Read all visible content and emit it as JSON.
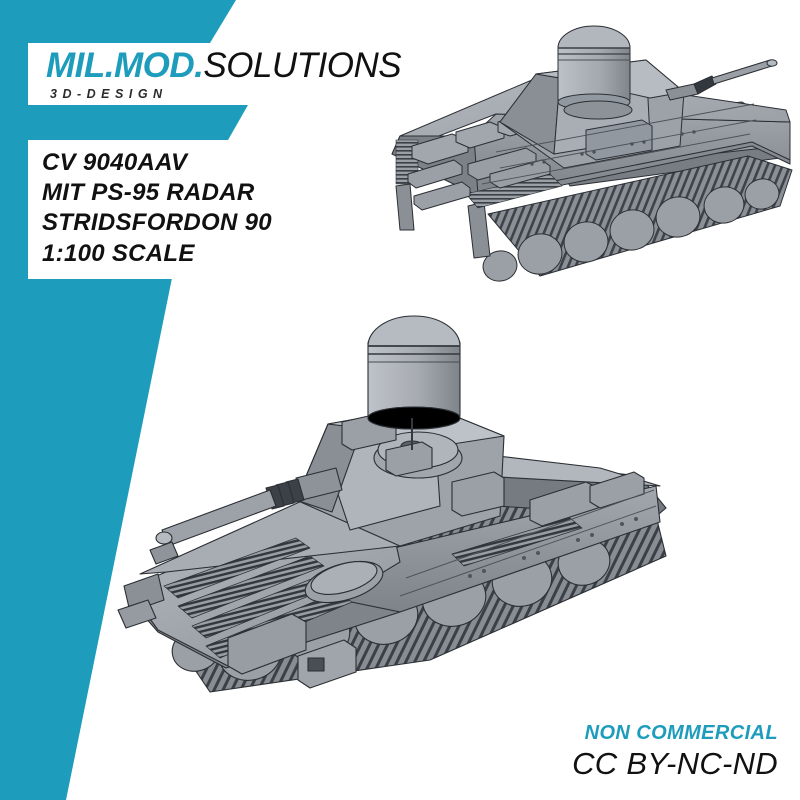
{
  "page": {
    "background_color": "#ffffff",
    "accent_color": "#1d9cbc",
    "text_color": "#111111"
  },
  "logo": {
    "brand_teal": "MIL.MOD.",
    "brand_dark": "SOLUTIONS",
    "subtitle": "3D-DESIGN",
    "teal_hex": "#1d9cbc",
    "dark_hex": "#111111"
  },
  "spec": {
    "lines": [
      "CV 9040AAV",
      "MIT PS-95 RADAR",
      "STRIDSFORDON 90",
      "1:100 SCALE"
    ]
  },
  "license": {
    "top_label": "NON COMMERCIAL",
    "main_label": "CC BY-NC-ND",
    "top_color": "#1d9cbc",
    "main_color": "#111111"
  },
  "renders": [
    {
      "name": "cv9040aav-render-rear-three-quarter",
      "caption_alt": "CV 9040AAV with PS-95 radar, rear three-quarter view",
      "body_color": "#8d9298",
      "highlight_color": "#b4b9bf",
      "shadow_color": "#5d6269",
      "outline_color": "#2b2f34"
    },
    {
      "name": "cv9040aav-render-front-three-quarter",
      "caption_alt": "CV 9040AAV with PS-95 radar, front three-quarter view",
      "body_color": "#8d9298",
      "highlight_color": "#b4b9bf",
      "shadow_color": "#5d6269",
      "outline_color": "#2b2f34"
    }
  ]
}
